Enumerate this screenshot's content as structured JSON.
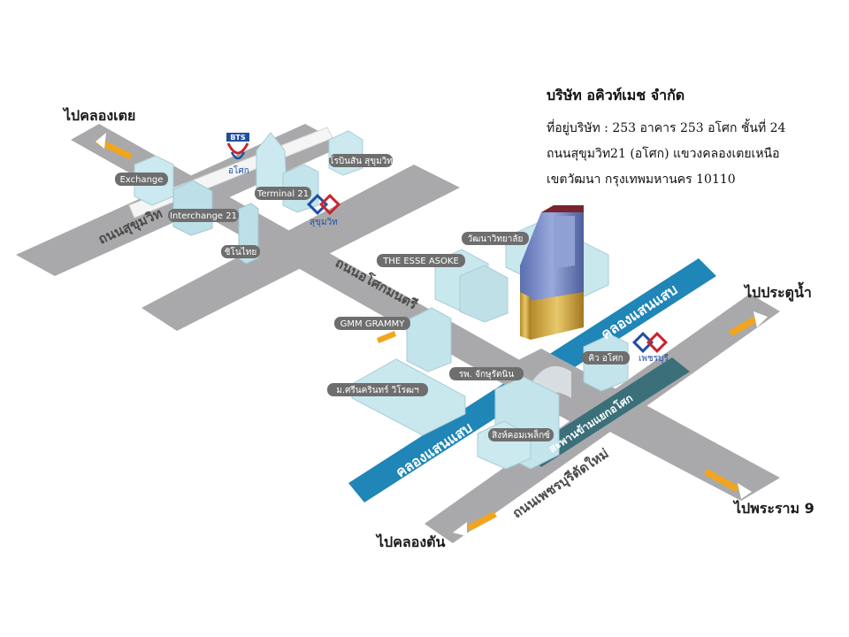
{
  "company": {
    "name": "บริษัท อคิวท์เมช จำกัด",
    "address_lines": [
      "ที่อยู่บริษัท : 253 อาคาร 253 อโศก ชั้นที่ 24",
      "ถนนสุขุมวิท21 (อโศก) แขวงคลองเตยเหนือ",
      "เขตวัฒนา กรุงเทพมหานคร 10110"
    ]
  },
  "directions": {
    "north_west": "ไปคลองเตย",
    "north_east": "ไปประตูน้ำ",
    "south_east": "ไปพระราม 9",
    "south_west": "ไปคลองตัน"
  },
  "roads": {
    "sukhumvit": "ถนนสุขุมวิท",
    "asok_montri": "ถนนอโศกมนตรี",
    "phetchaburi": "ถนนเพชรบุรีตัดใหม่"
  },
  "canal": {
    "north": "คลองแสนแสบ",
    "south": "คลองแสนแสบ"
  },
  "bridge": "สะพานข้ามแยกอโศก",
  "landmarks": {
    "exchange": "Exchange",
    "interchange": "Interchange 21",
    "terminal": "Terminal 21",
    "robinson": "โรบินสัน สุขุมวิท",
    "chinothai": "ชิโนไทย",
    "wattana": "วัฒนาวิทยาลัย",
    "esse": "THE ESSE ASOKE",
    "gmm": "GMM GRAMMY",
    "swu": "ม.ศรีนครินทร์ วิโรฒฯ",
    "hospital": "รพ. จักษุรัตนิน",
    "singha": "สิงห์คอมเพล็กซ์",
    "queue": "คิว อโศก"
  },
  "transit": {
    "bts_logo": "BTS",
    "bts_station": "อโศก",
    "mrt_sukhumvit": "สุขุมวิท",
    "mrt_phetchaburi": "เพชรบุรี"
  },
  "colors": {
    "road": "#a9a9ab",
    "canal": "#1f86b7",
    "building": "#c8e8ee",
    "arrow": "#f2a51c",
    "pill": "#6e6e6e"
  }
}
